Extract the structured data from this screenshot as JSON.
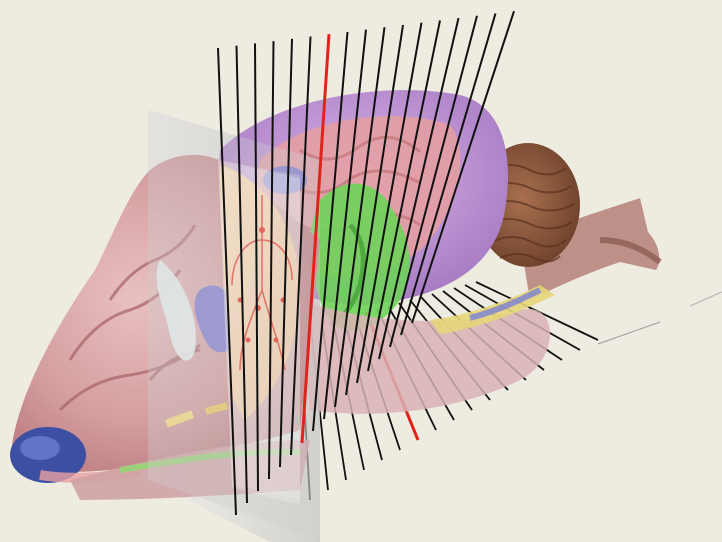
{
  "scene": {
    "subject": "brain-atlas-3d-view",
    "background_color": "#eeebe0",
    "colors": {
      "cortex_pink": "#d9a3a6",
      "striatum_green": "#6fd35a",
      "ventricle_blue": "#6f74d6",
      "cerebellum_brown": "#8f5a3d",
      "highlight_red": "#e0241c",
      "slice_plane": "#c9c9c9"
    },
    "coronal_line_count": 17,
    "highlighted_line_index": 6
  }
}
